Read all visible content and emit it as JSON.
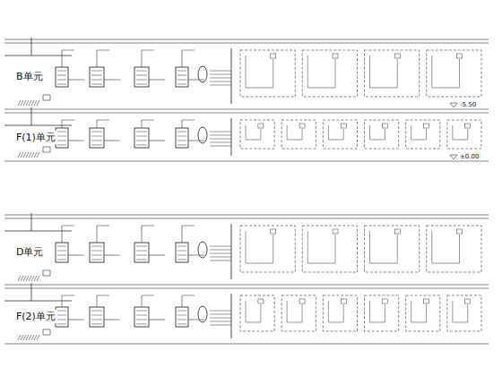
{
  "diagram": {
    "nodes": [
      {
        "text": [
          "B单元"
        ]
      },
      {
        "text": [
          "F(1)单元"
        ]
      },
      {
        "text": [
          "D单元"
        ]
      },
      {
        "text": [
          "F(2)单元"
        ]
      }
    ],
    "labels": [
      "-5.50",
      "±0.00"
    ]
  }
}
